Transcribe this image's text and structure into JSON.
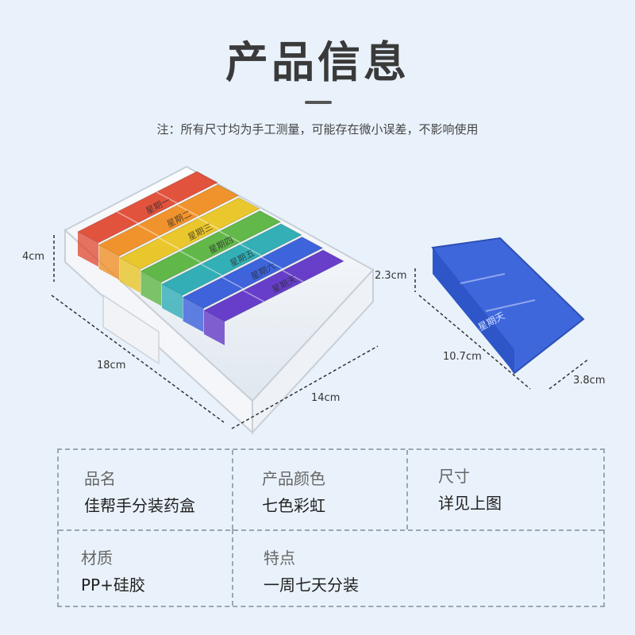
{
  "header": {
    "title": "产品信息",
    "note": "注：所有尺寸均为手工测量，可能存在微小误差，不影响使用"
  },
  "product_image": {
    "compartment_labels": [
      "星期一",
      "星期二",
      "星期三",
      "星期四",
      "星期五",
      "星期六",
      "星期天"
    ],
    "single_box_label": "星期天",
    "colors": [
      "#e0442e",
      "#f08a1a",
      "#e8c21a",
      "#55b23a",
      "#23a8b0",
      "#2f57d8",
      "#5b2fc4"
    ]
  },
  "dimensions": {
    "height": "4cm",
    "length": "18cm",
    "width": "14cm",
    "small_height": "2.3cm",
    "small_length": "10.7cm",
    "small_width": "3.8cm"
  },
  "specs": [
    {
      "label": "品名",
      "value": "佳帮手分装药盒"
    },
    {
      "label": "产品颜色",
      "value": "七色彩虹"
    },
    {
      "label": "尺寸",
      "value": "详见上图"
    },
    {
      "label": "材质",
      "value": "PP+硅胶"
    },
    {
      "label": "特点",
      "value": "一周七天分装"
    }
  ]
}
